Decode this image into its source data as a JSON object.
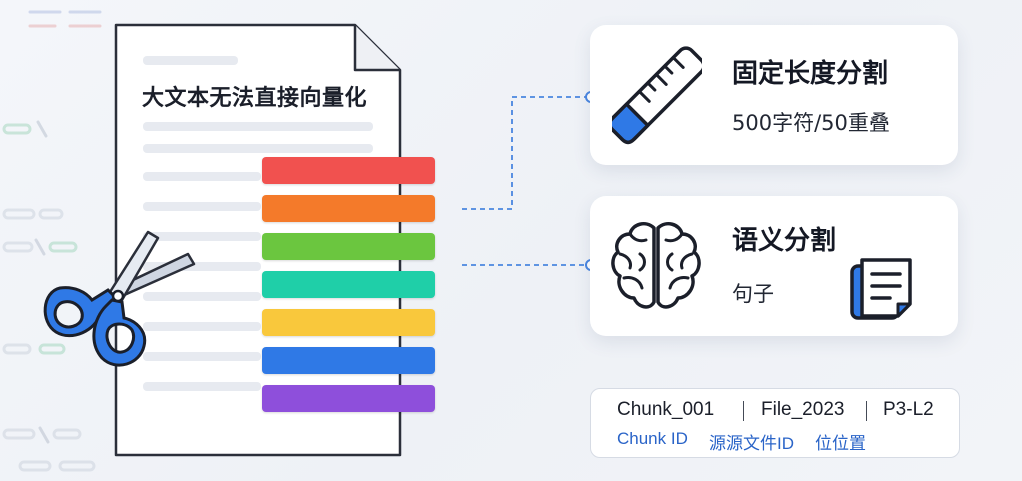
{
  "document": {
    "title": "大文本无法直接向量化"
  },
  "chunk_colors": [
    "#f1514f",
    "#f47a2a",
    "#6bc63f",
    "#1fcfa8",
    "#f9c83c",
    "#2f79e6",
    "#8e4fdb"
  ],
  "methods": [
    {
      "title": "固定长度分割",
      "subtitle": "500字符/50重叠",
      "icon": "ruler-icon"
    },
    {
      "title": "语义分割",
      "subtitle": "句子",
      "icon": "brain-icon",
      "extra_icon": "document-icon"
    }
  ],
  "metadata": {
    "chunk_value": "Chunk_001",
    "file_value": "File_2023",
    "position_value": "P3-L2",
    "chunk_label": "Chunk ID",
    "file_label": "源源文件ID",
    "position_label": "位位置"
  },
  "colors": {
    "accent": "#2f79e6",
    "ink": "#141824"
  }
}
